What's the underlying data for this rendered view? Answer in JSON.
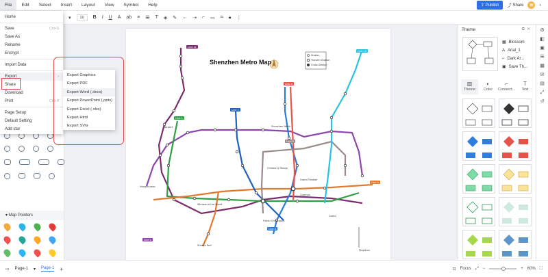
{
  "menubar": {
    "items": [
      "File",
      "Edit",
      "Select",
      "Insert",
      "Layout",
      "View",
      "Symbol",
      "Help"
    ],
    "publish": "Publish",
    "share": "Share",
    "avatar": "W"
  },
  "toolbar": {
    "font_size": "10"
  },
  "file_menu": {
    "items": [
      {
        "label": "Home",
        "shortcut": ""
      },
      {
        "label": "Save",
        "shortcut": "Ctrl+S"
      },
      {
        "label": "Save As",
        "shortcut": ""
      },
      {
        "label": "Rename",
        "shortcut": ""
      },
      {
        "label": "Encrypt",
        "shortcut": ""
      },
      {
        "label": "Import Data",
        "shortcut": ""
      },
      {
        "label": "Export",
        "shortcut": ""
      },
      {
        "label": "Share",
        "shortcut": ""
      },
      {
        "label": "Download",
        "shortcut": ""
      },
      {
        "label": "Print",
        "shortcut": "Ctrl+P"
      },
      {
        "label": "Page Setup",
        "shortcut": ""
      },
      {
        "label": "Default Setting",
        "shortcut": ""
      },
      {
        "label": "Add star",
        "shortcut": ""
      }
    ]
  },
  "export_submenu": [
    "Export Graphics",
    "Export PDF",
    "Export Word (.docx)",
    "Export PowerPoint (.pptx)",
    "Export Excel (.xlsx)",
    "Export Html",
    "Export SVG"
  ],
  "left_panel": {
    "section_title": "Map Pointers"
  },
  "canvas": {
    "title": "Shenzhen Metro Map",
    "legend": [
      "Station",
      "Transfer Station",
      "Cross-Station"
    ],
    "lines": [
      {
        "label": "Line 1",
        "color": "#2ea043"
      },
      {
        "label": "Line 2",
        "color": "#e07a2f"
      },
      {
        "label": "Line 3",
        "color": "#2b7bd8"
      },
      {
        "label": "Line 4",
        "color": "#e5534b"
      },
      {
        "label": "Line 5",
        "color": "#8e44ad"
      },
      {
        "label": "Line 7",
        "color": "#1f5fbf"
      },
      {
        "label": "Line 9",
        "color": "#9b8b8b"
      },
      {
        "label": "Line 11",
        "color": "#7b2d6b"
      },
      {
        "label": "Line 12",
        "color": "#27c3e5"
      }
    ],
    "stations": [
      "Airport",
      "Hongshuwan",
      "Shekou Port",
      "Window of the World",
      "Children's Palace",
      "Futian Checkpoint",
      "Luohu",
      "Shenzhen North",
      "Grand Theater",
      "Guomao",
      "Pingzhou"
    ]
  },
  "right_panel": {
    "title": "Theme",
    "theme_options": [
      "Blossom",
      "Arial_1",
      "Dark Ar...",
      "Save Th..."
    ],
    "tabs": [
      "Theme",
      "Color",
      "Connect...",
      "Text"
    ]
  },
  "statusbar": {
    "page_select": "Page-1",
    "page_tab": "Page-1",
    "focus": "Focus",
    "zoom": "60%"
  },
  "colors": {
    "accent": "#2f6fe4",
    "highlight": "#e04848"
  }
}
